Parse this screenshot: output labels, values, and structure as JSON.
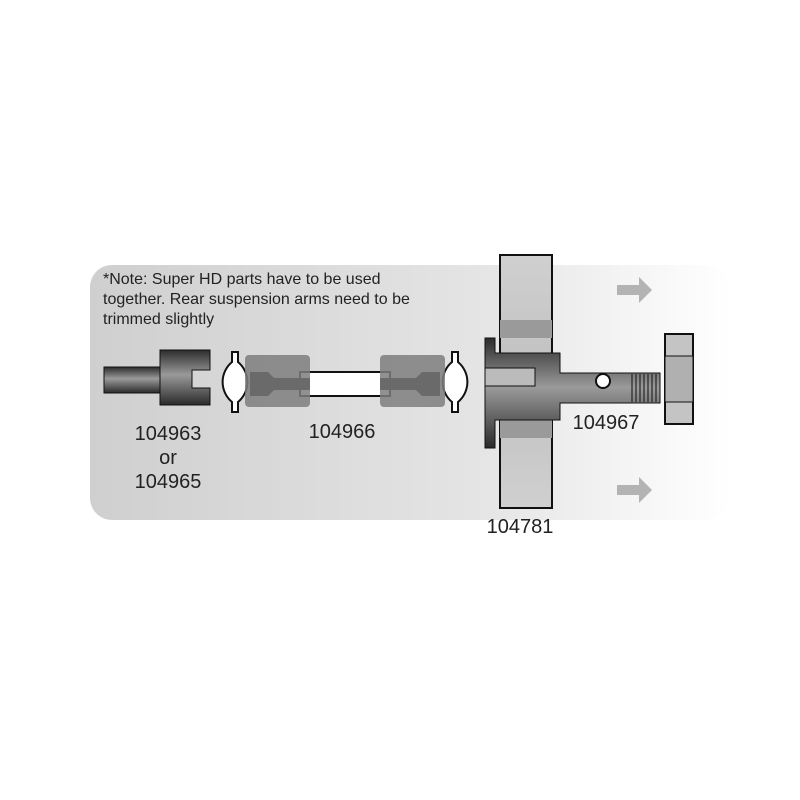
{
  "note": {
    "line1": "*Note: Super HD parts have to be used",
    "line2": "together. Rear suspension arms need to be",
    "line3": "trimmed slightly"
  },
  "parts": {
    "yoke": {
      "label": "104963",
      "or": "or",
      "alt": "104965"
    },
    "dogbone": {
      "label": "104966"
    },
    "axle": {
      "label": "104967"
    },
    "hub": {
      "label": "104781"
    }
  },
  "colors": {
    "arrow": "#b3b3b3",
    "part_dark": "#3a3a3a",
    "part_grey": "#8a8a8a",
    "plate": "#c8c8c8"
  }
}
